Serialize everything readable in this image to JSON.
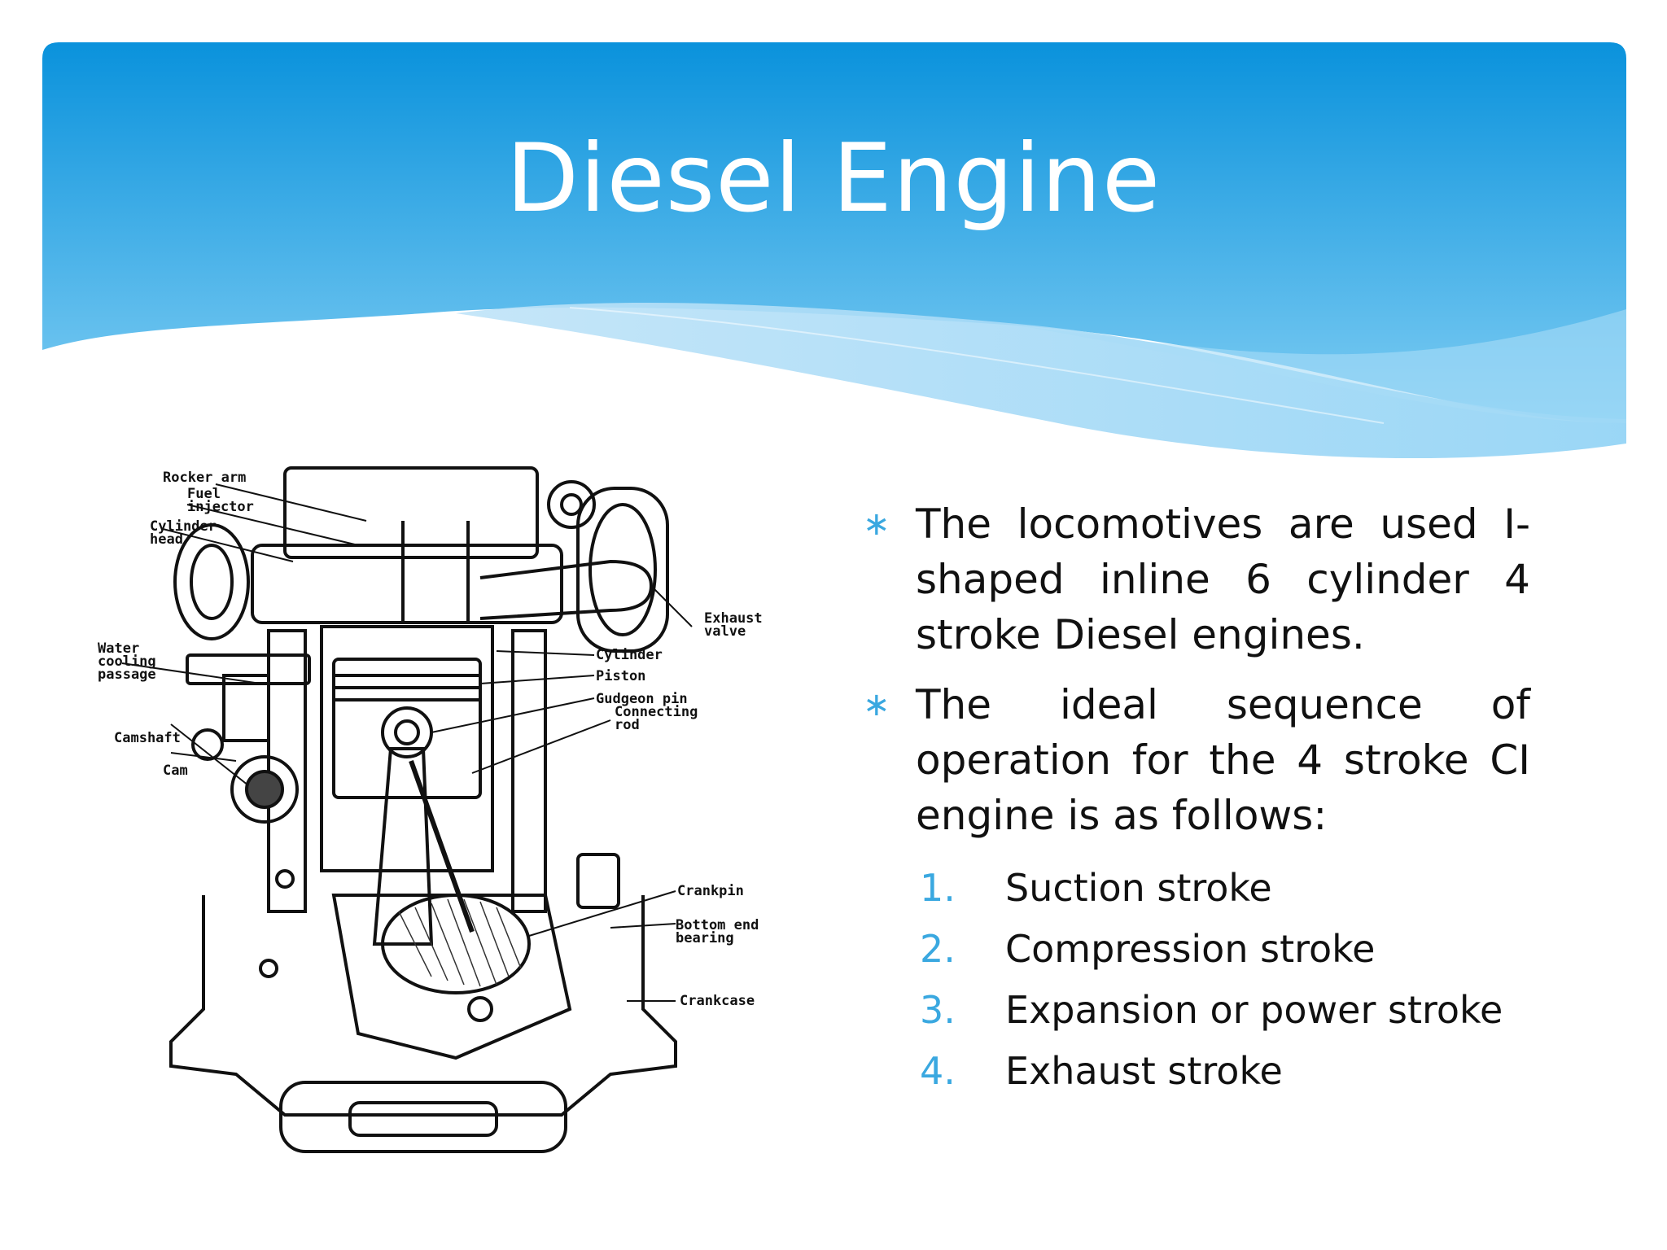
{
  "slide": {
    "title": "Diesel Engine",
    "colors": {
      "header_top": "#0a92dc",
      "header_bottom": "#7fcdf3",
      "wave_light": "#cfe9fa",
      "bullet_accent": "#3aa8e0"
    }
  },
  "diagram": {
    "labels": {
      "rocker_arm": "Rocker arm",
      "fuel": "Fuel",
      "injector": "injector",
      "cylinder": "Cylinder",
      "head": "head",
      "exhaust": "Exhaust",
      "valve": "valve",
      "water": "Water",
      "cooling": "cooling",
      "passage": "passage",
      "cylinder2": "Cylinder",
      "piston": "Piston",
      "gudgeon_pin": "Gudgeon pin",
      "connecting": "Connecting",
      "rod": "rod",
      "camshaft": "Camshaft",
      "cam": "Cam",
      "crankpin": "Crankpin",
      "bottom_end": "Bottom end",
      "bearing": "bearing",
      "crankcase": "Crankcase"
    }
  },
  "content": {
    "bullet_icon": "asterisk-bullet-icon",
    "bullets": [
      {
        "text": "The locomotives are used I-shaped inline 6 cylinder 4 stroke Diesel engines."
      },
      {
        "text": "The ideal sequence of operation for the 4 stroke CI engine is as follows:"
      }
    ],
    "steps": [
      {
        "num": "1.",
        "text": "Suction stroke"
      },
      {
        "num": "2.",
        "text": "Compression stroke"
      },
      {
        "num": "3.",
        "text": "Expansion or power stroke"
      },
      {
        "num": "4.",
        "text": "Exhaust stroke"
      }
    ]
  }
}
